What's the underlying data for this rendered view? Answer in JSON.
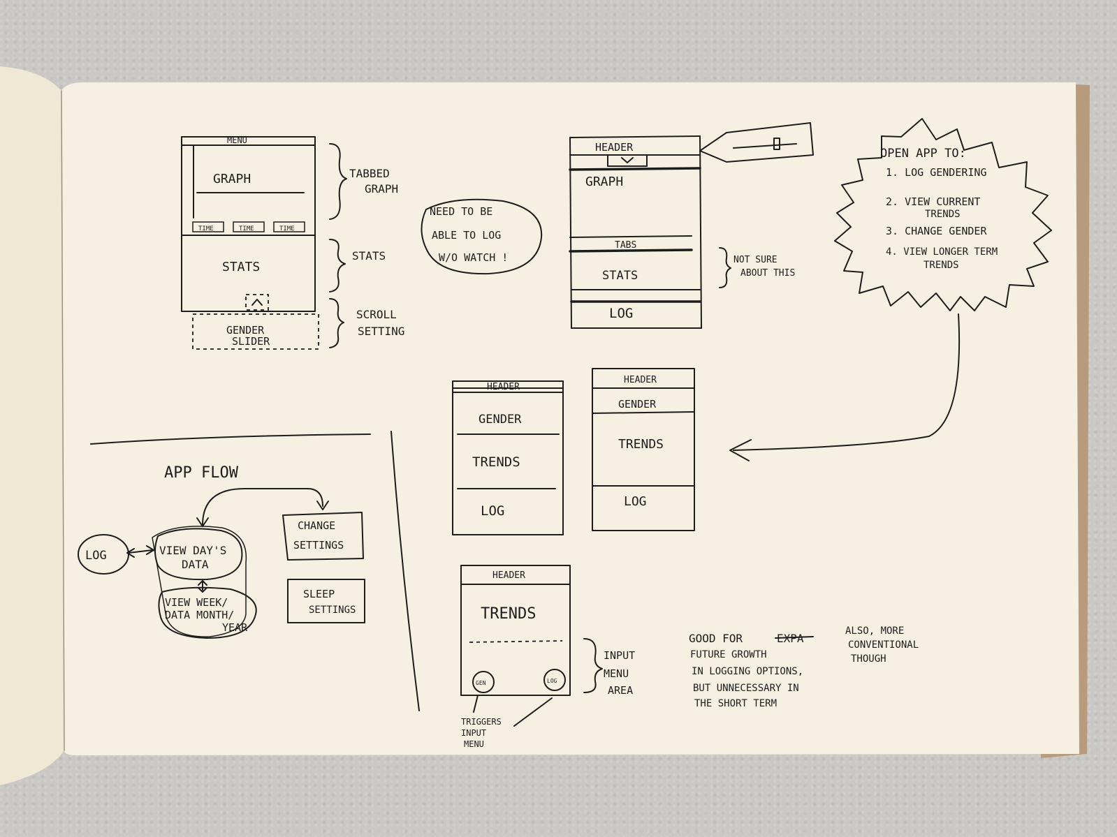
{
  "colors": {
    "paper": "#f5f0e2",
    "left_page": "#f0e9d6",
    "ink": "#1c1c1c",
    "board": "#b89a7c",
    "floor": "#c9c8c4"
  },
  "sketch1": {
    "menu": "MENU",
    "graph": "GRAPH",
    "time_tabs": [
      "TIME",
      "TIME",
      "TIME"
    ],
    "stats": "STATS",
    "scroll_icon": "chevron-up-icon",
    "gender_slider_line1": "GENDER",
    "gender_slider_line2": "SLIDER",
    "ann_tabbed_line1": "TABBED",
    "ann_tabbed_line2": "GRAPH",
    "ann_stats": "STATS",
    "ann_scroll": "SCROLL",
    "ann_setting": "SETTING"
  },
  "note_bubble": {
    "line1": "NEED TO BE",
    "line2": "ABLE TO LOG",
    "line3": "W/O WATCH !"
  },
  "sketch2": {
    "header": "HEADER",
    "graph": "GRAPH",
    "tabs": "TABS",
    "stats": "STATS",
    "log": "LOG",
    "ann_line1": "NOT SURE",
    "ann_line2": "ABOUT THIS"
  },
  "starburst": {
    "title": "OPEN APP TO:",
    "items": [
      "1. LOG GENDERING",
      "2. VIEW CURRENT",
      "TRENDS",
      "3. CHANGE GENDER",
      "4. VIEW LONGER TERM",
      "TRENDS"
    ]
  },
  "sketch3": {
    "header": "HEADER",
    "gender": "GENDER",
    "trends": "TRENDS",
    "log": "LOG"
  },
  "sketch4": {
    "header": "HEADER",
    "gender": "GENDER",
    "trends": "TRENDS",
    "log": "LOG"
  },
  "app_flow": {
    "title": "APP FLOW",
    "log": "LOG",
    "view_day_line1": "VIEW DAY'S",
    "view_day_line2": "DATA",
    "view_week_line1": "VIEW WEEK/",
    "view_week_line2": "DATA  MONTH/",
    "view_week_line3": "YEAR",
    "change_line1": "CHANGE",
    "change_line2": "SETTINGS",
    "sleep_line1": "SLEEP",
    "sleep_line2": "SETTINGS"
  },
  "sketch5": {
    "header": "HEADER",
    "trends": "TRENDS",
    "gen_button": "GEN",
    "log_button": "LOG",
    "ann_line1": "INPUT",
    "ann_line2": "MENU",
    "ann_line3": "AREA",
    "trigger_line1": "TRIGGERS",
    "trigger_line2": "INPUT",
    "trigger_line3": "MENU"
  },
  "notes": {
    "good_line1": "GOOD FOR",
    "good_crossed": "EXPA",
    "good_line2": "FUTURE GROWTH",
    "good_line3": "IN LOGGING OPTIONS,",
    "good_line4": "BUT UNNECESSARY IN",
    "good_line5": "THE SHORT TERM",
    "also_line1": "ALSO, MORE",
    "also_line2": "CONVENTIONAL",
    "also_line3": "THOUGH"
  }
}
